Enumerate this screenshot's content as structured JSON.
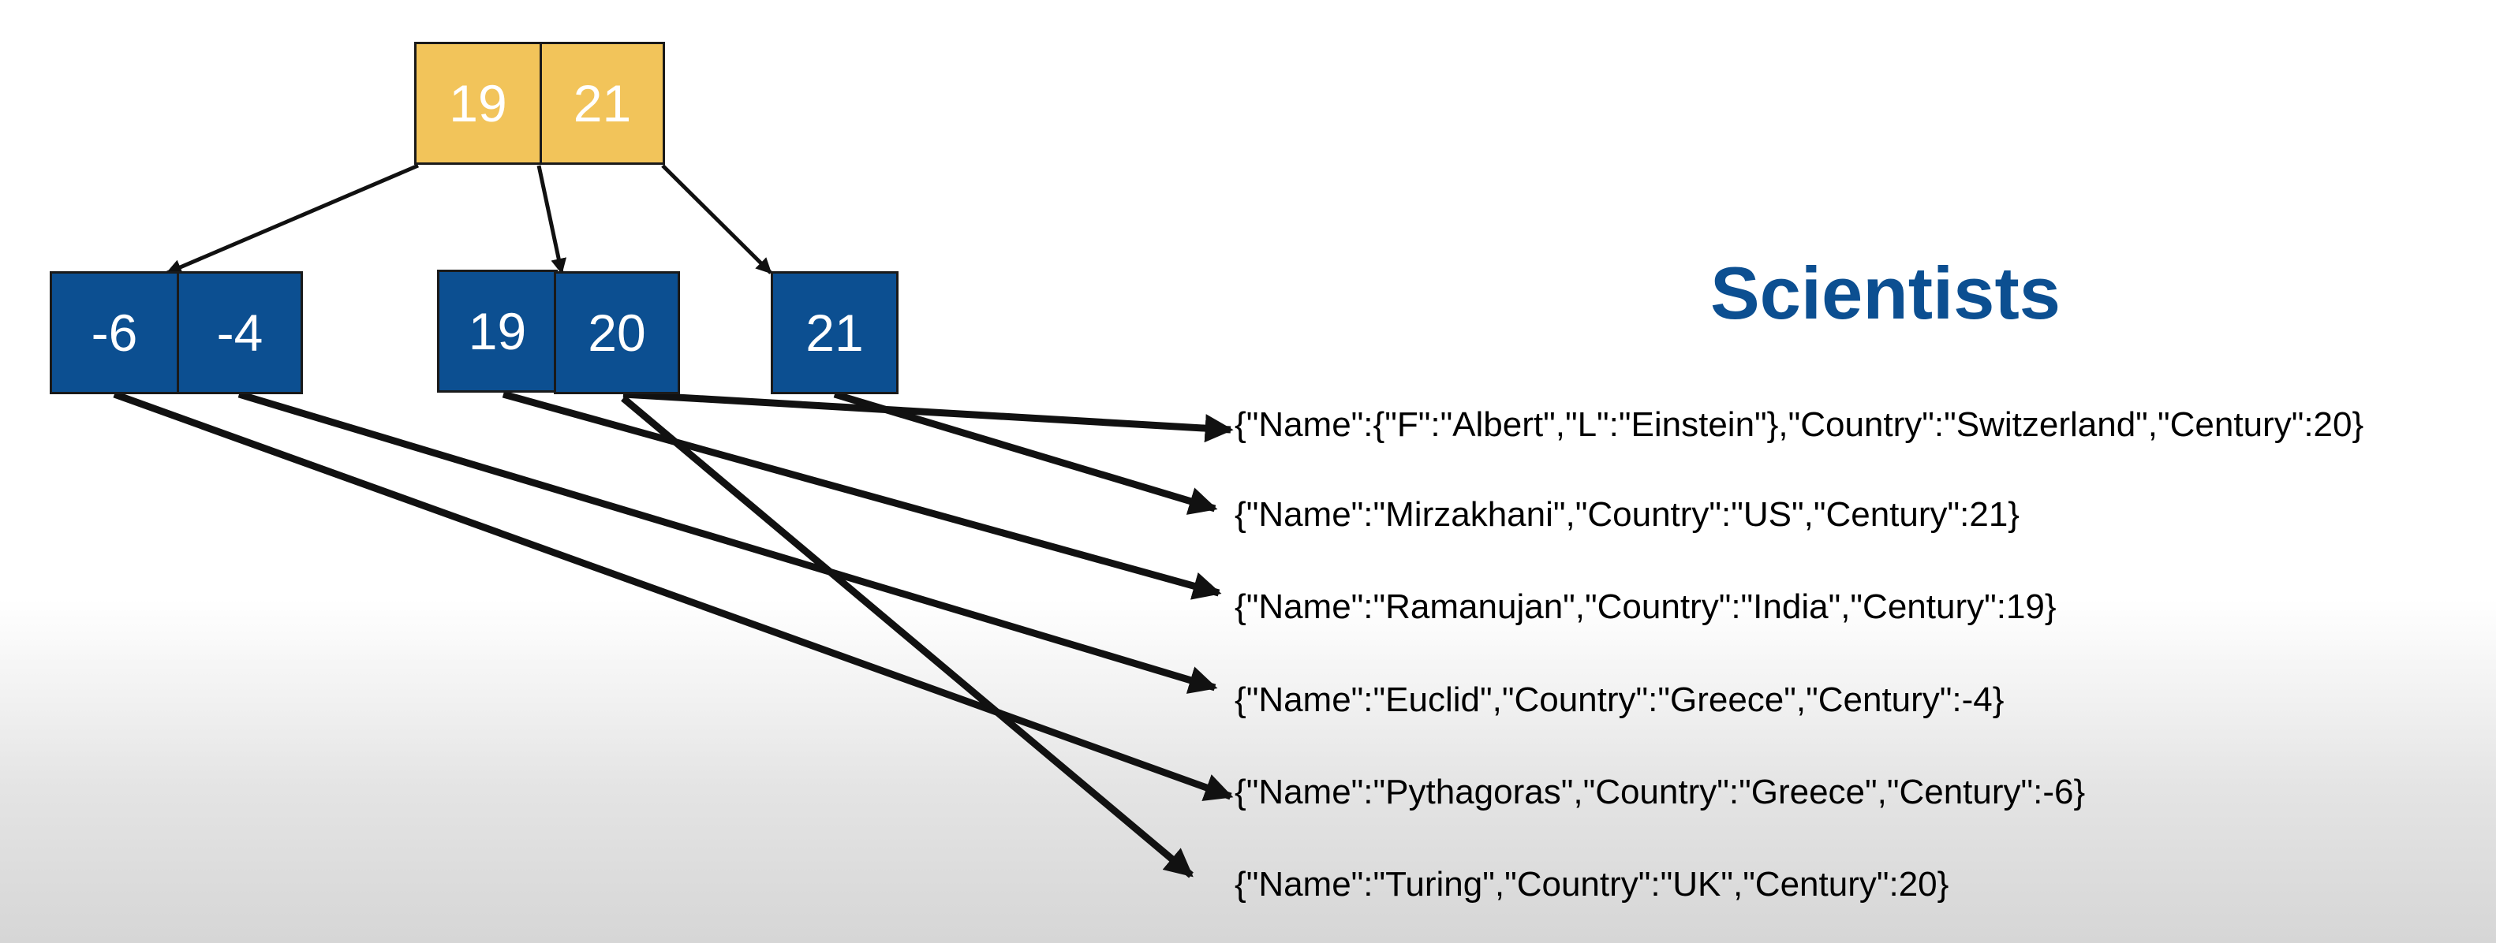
{
  "colors": {
    "root_fill": "#f2c45a",
    "leaf_fill": "#0c4f91",
    "title_color": "#0c4f91",
    "node_text": "#ffffff",
    "arrow": "#111111"
  },
  "tree": {
    "root": {
      "keys": [
        "19",
        "21"
      ]
    },
    "leaves": [
      {
        "keys": [
          "-6",
          "-4"
        ]
      },
      {
        "keys": [
          "19",
          "20"
        ]
      },
      {
        "keys": [
          "21"
        ]
      }
    ]
  },
  "collection": {
    "title": "Scientists",
    "records": [
      "{\"Name\":{\"F\":\"Albert\",\"L\":\"Einstein\"},\"Country\":\"Switzerland\",\"Century\":20}",
      "{\"Name\":\"Mirzakhani\",\"Country\":\"US\",\"Century\":21}",
      "{\"Name\":\"Ramanujan\",\"Country\":\"India\",\"Century\":19}",
      "{\"Name\":\"Euclid\",\"Country\":\"Greece\",\"Century\":-4}",
      "{\"Name\":\"Pythagoras\",\"Country\":\"Greece\",\"Century\":-6}",
      "{\"Name\":\"Turing\",\"Country\":\"UK\",\"Century\":20}"
    ]
  }
}
